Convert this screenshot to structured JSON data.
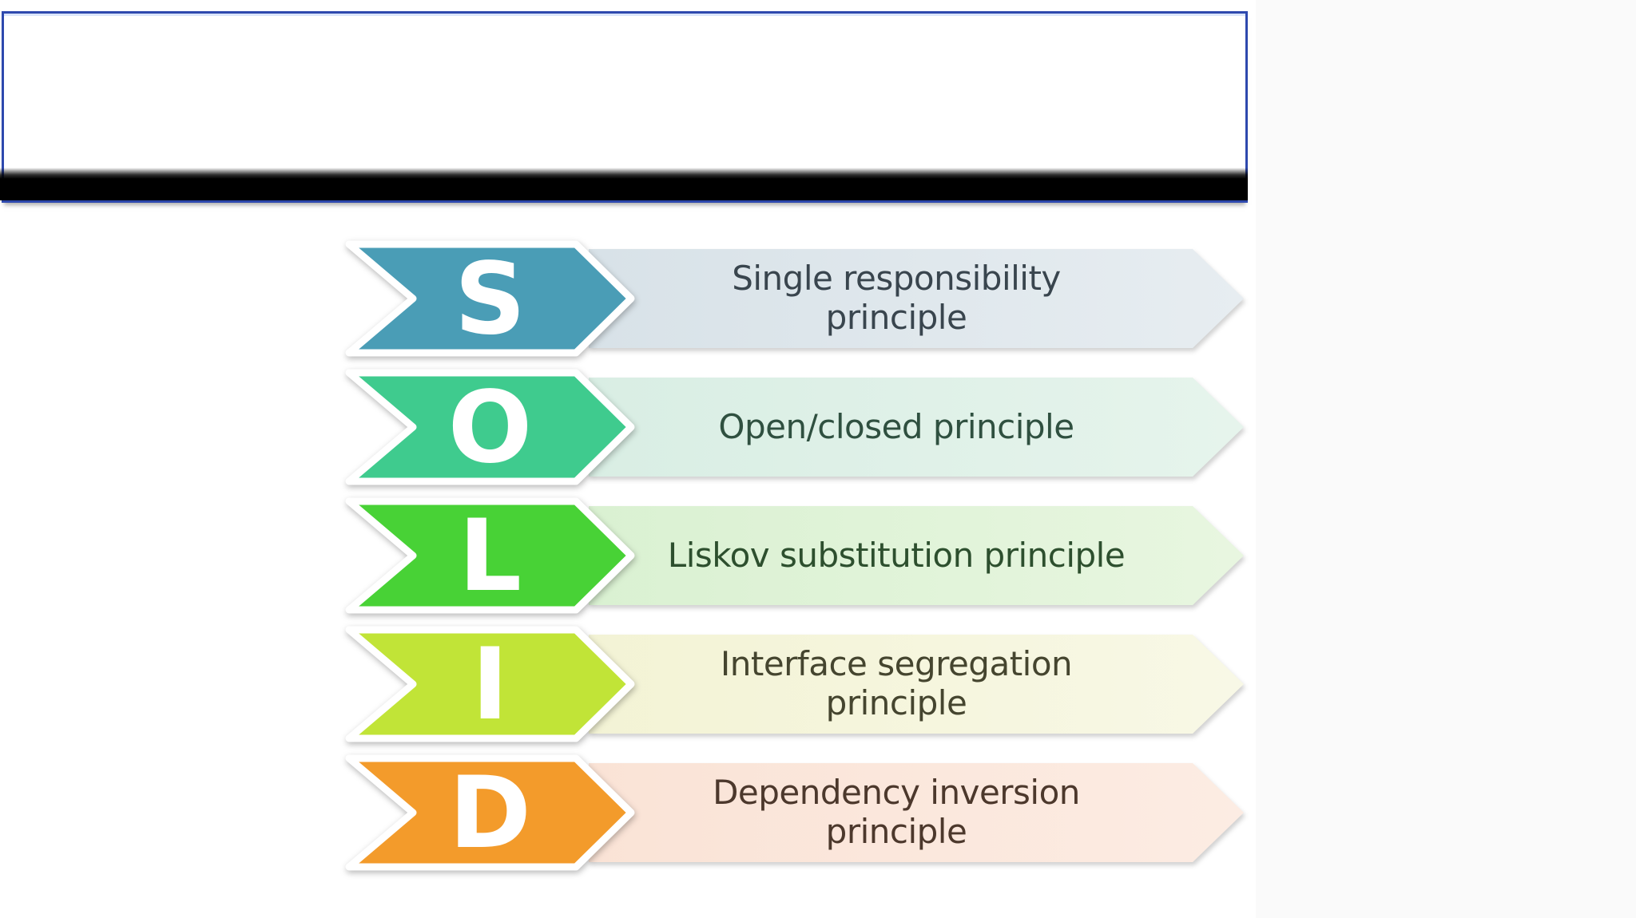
{
  "page": {
    "background_color": "#ffffff",
    "side_strip_color": "#fafafa"
  },
  "title_box": {
    "border_color": "#2e49ae",
    "fill_color": "#ffffff",
    "divider_bar_color": "#000000"
  },
  "rows": [
    {
      "letter": "S",
      "label": "Single responsibility principle",
      "line1": "Single responsibility",
      "line2": "principle",
      "colors": {
        "chevron": "#4a9db6",
        "banner": "#d8e2e8",
        "banner_light": "#e7edf1",
        "text": "#39454e"
      }
    },
    {
      "letter": "O",
      "label": "Open/closed principle",
      "line1": "Open/closed principle",
      "line2": "",
      "colors": {
        "chevron": "#3fcb8e",
        "banner": "#d9eee4",
        "banner_light": "#e6f4ec",
        "text": "#2f5040"
      }
    },
    {
      "letter": "L",
      "label": "Liskov substitution principle",
      "line1": "Liskov substitution principle",
      "line2": "",
      "colors": {
        "chevron": "#48d236",
        "banner": "#daf1d2",
        "banner_light": "#e8f6e0",
        "text": "#2d4f2e"
      }
    },
    {
      "letter": "I",
      "label": "Interface segregation principle",
      "line1": "Interface segregation",
      "line2": "principle",
      "colors": {
        "chevron": "#c1e437",
        "banner": "#f3f3d5",
        "banner_light": "#f8f8e6",
        "text": "#45452f"
      }
    },
    {
      "letter": "D",
      "label": "Dependency inversion principle",
      "line1": "Dependency inversion",
      "line2": "principle",
      "colors": {
        "chevron": "#f39b2b",
        "banner": "#fae3d6",
        "banner_light": "#fcece3",
        "text": "#4c382c"
      }
    }
  ]
}
